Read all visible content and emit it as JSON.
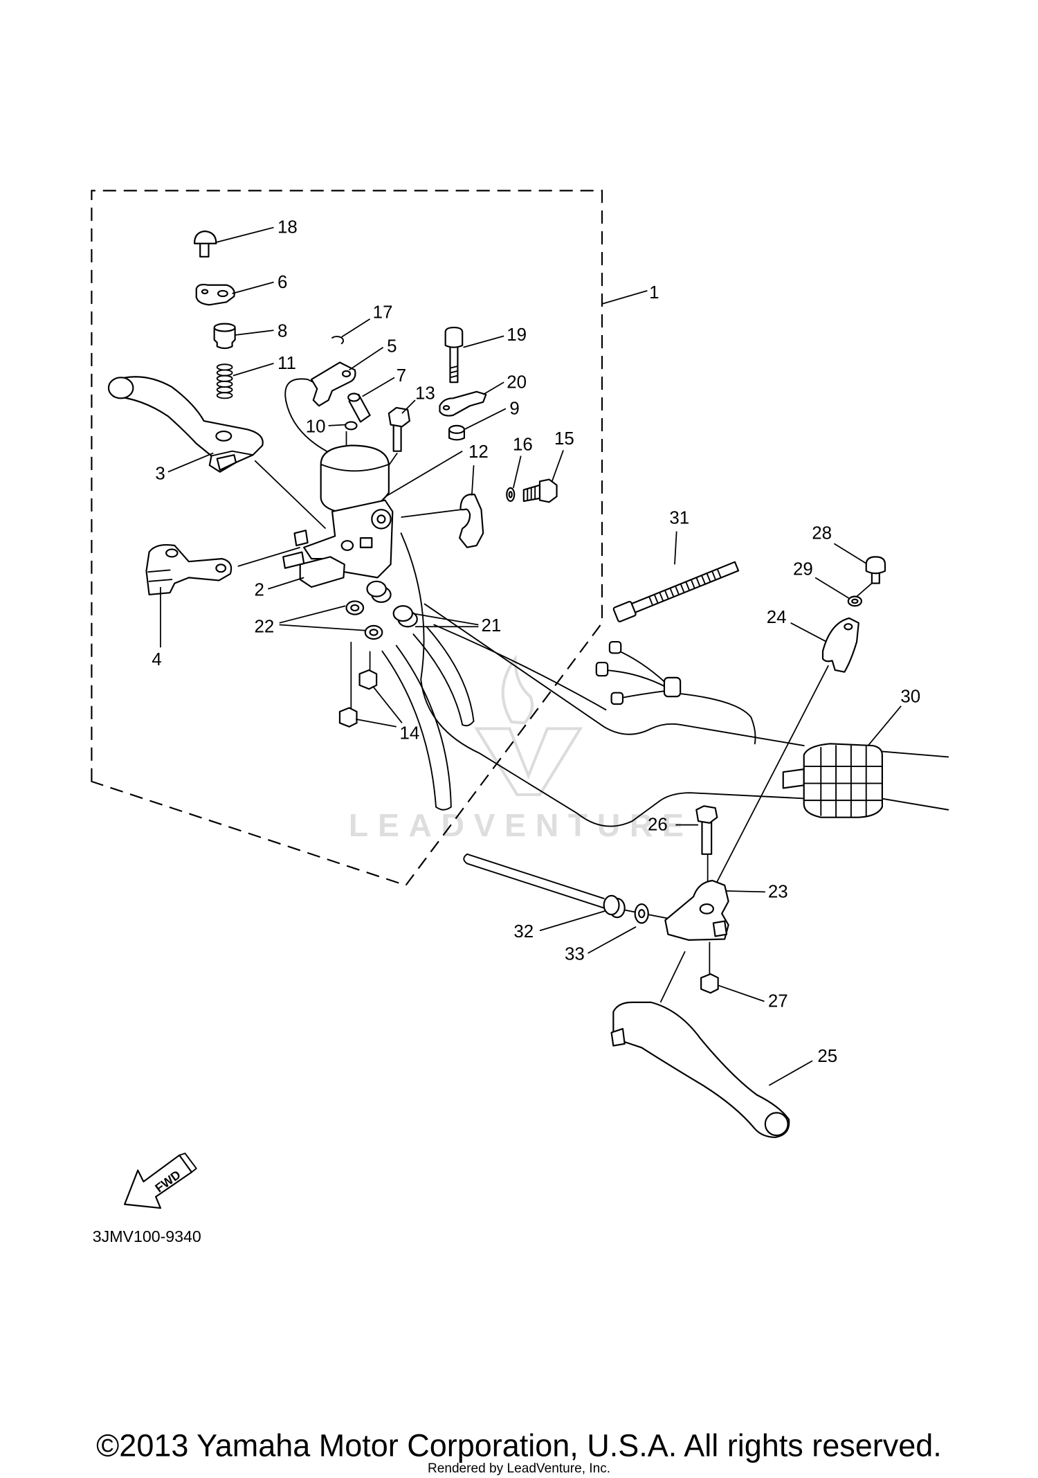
{
  "diagram": {
    "callouts": [
      "1",
      "2",
      "3",
      "4",
      "5",
      "6",
      "7",
      "8",
      "9",
      "10",
      "11",
      "12",
      "13",
      "14",
      "15",
      "16",
      "17",
      "18",
      "19",
      "20",
      "21",
      "22",
      "23",
      "24",
      "25",
      "26",
      "27",
      "28",
      "29",
      "30",
      "31",
      "32",
      "33"
    ],
    "code": "3JMV100-9340",
    "fwd_label": "FWD"
  },
  "watermark": {
    "text": "LEADVENTURE"
  },
  "footer": {
    "copyright": "©2013 Yamaha Motor Corporation, U.S.A. All rights reserved.",
    "rendered_by": "Rendered by LeadVenture, Inc."
  },
  "colors": {
    "line": "#000000",
    "background": "#ffffff",
    "watermark": "#dcdcdc"
  }
}
